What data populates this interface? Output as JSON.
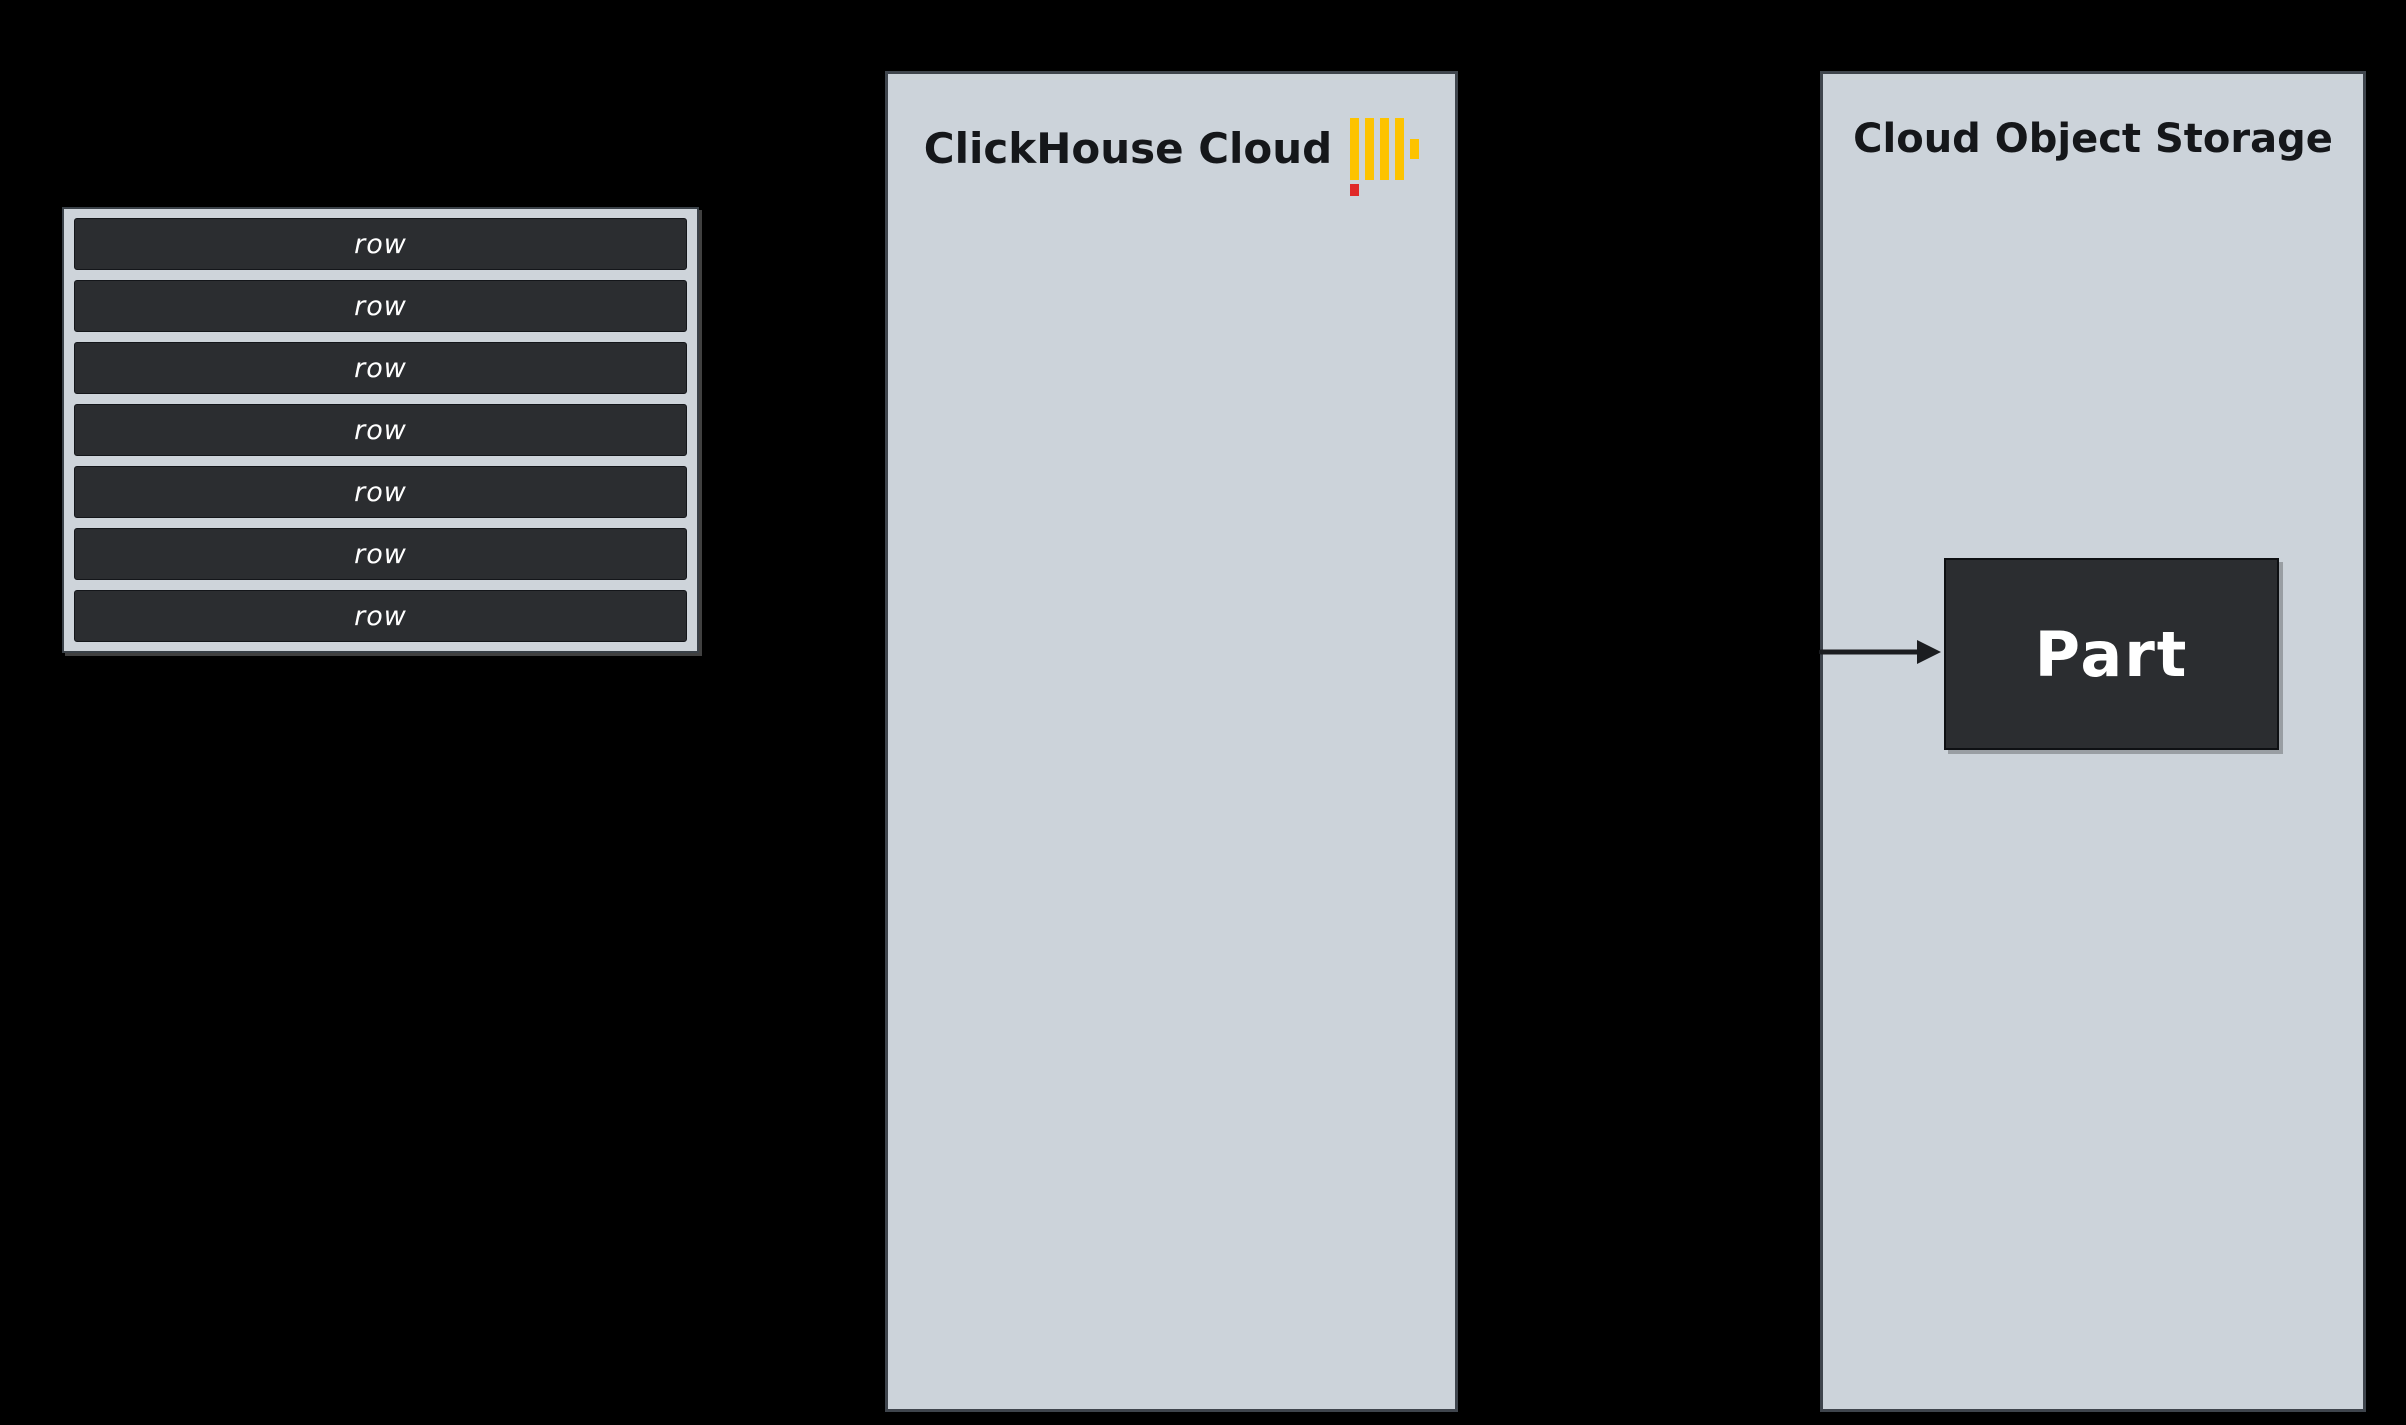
{
  "diagram": {
    "background": "#000000"
  },
  "row_table": {
    "rows": [
      "row",
      "row",
      "row",
      "row",
      "row",
      "row",
      "row"
    ]
  },
  "clickhouse_cloud": {
    "title": "ClickHouse Cloud",
    "logo": {
      "name": "clickhouse-logo",
      "bar_color": "#fdc300",
      "accent_color": "#e02828"
    }
  },
  "object_storage": {
    "title": "Cloud Object Storage",
    "part_label": "Part",
    "arrow": "arrow-right"
  },
  "colors": {
    "panel_fill": "#ccd3da",
    "panel_border": "#3f454d",
    "dark_box_fill": "#2b2d30",
    "text_dark": "#15171a",
    "text_light": "#ffffff"
  }
}
